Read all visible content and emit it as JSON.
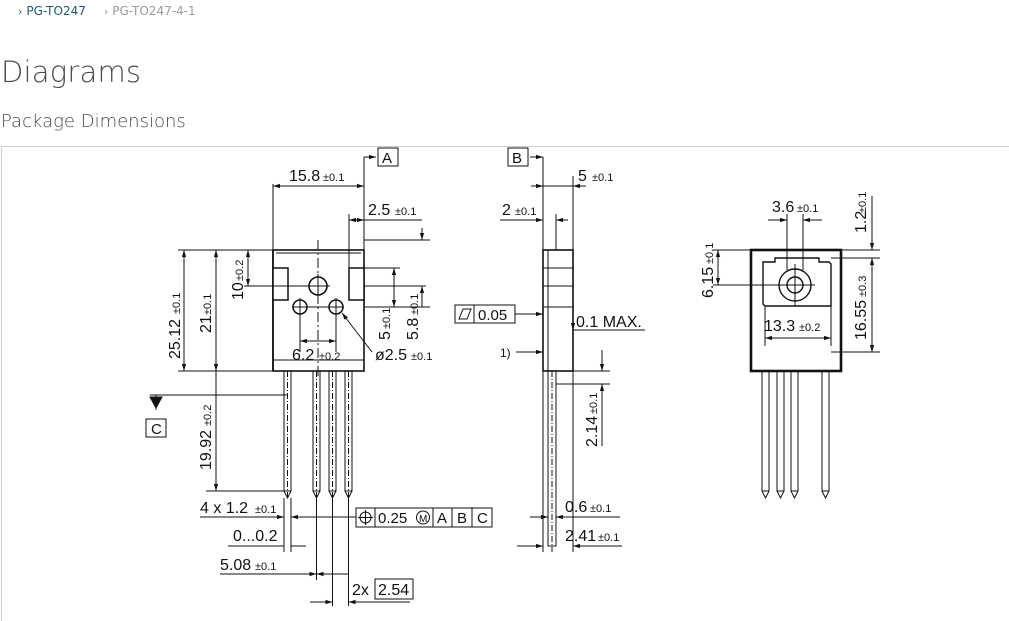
{
  "breadcrumb": [
    {
      "label": "PG-TO247"
    },
    {
      "label": "PG-TO247-4-1"
    }
  ],
  "page_title": "Diagrams",
  "section_title": "Package Dimensions",
  "colors": {
    "link": "#1a5b73",
    "muted": "#9a9a9a",
    "line": "#111111",
    "border": "#cccccc"
  },
  "drawing": {
    "ref_a": "A",
    "ref_b": "B",
    "ref_c": "C",
    "front": {
      "width_main": "15.8",
      "width_main_tol": "±0.1",
      "dim_2_5": "2.5",
      "dim_2_5_tol": "±0.1",
      "h_25_12": "25.12",
      "h_25_12_tol": "±0.1",
      "h_21": "21",
      "h_21_tol": "±0.1",
      "h_10": "10",
      "h_10_tol": "±0.2",
      "h_5": "5",
      "h_5_tol": "±0.1",
      "h_5_8": "5.8",
      "h_5_8_tol": "±0.1",
      "w_6_2": "6.2",
      "w_6_2_tol": "±0.2",
      "hole": "ø2.5",
      "hole_tol": "±0.1",
      "lead_len": "19.92",
      "lead_len_tol": "±0.2",
      "lead_width": "4 x 1.2",
      "lead_width_tol": "±0.1",
      "lead_offset": "0...0.2",
      "pitch_508": "5.08",
      "pitch_508_tol": "±0.1",
      "pitch_prefix": "2x",
      "pitch_254": "2.54",
      "tolerance_frame": [
        "0.25",
        "A",
        "B",
        "C"
      ]
    },
    "side": {
      "w_5": "5",
      "w_5_tol": "±0.1",
      "w_2": "2",
      "w_2_tol": "±0.1",
      "flatness": "0.05",
      "max_label": "0.1 MAX.",
      "note": "1)",
      "h_2_14": "2.14",
      "h_2_14_tol": "±0.1",
      "w_0_6": "0.6",
      "w_0_6_tol": "±0.1",
      "w_2_41": "2.41",
      "w_2_41_tol": "±0.1"
    },
    "back": {
      "w_3_6": "3.6",
      "w_3_6_tol": "±0.1",
      "h_1_2": "1.2",
      "h_1_2_tol": "±0.1",
      "h_6_15": "6.15",
      "h_6_15_tol": "±0.1",
      "w_13_3": "13.3",
      "w_13_3_tol": "±0.2",
      "h_16_55": "16.55",
      "h_16_55_tol": "±0.3"
    }
  }
}
